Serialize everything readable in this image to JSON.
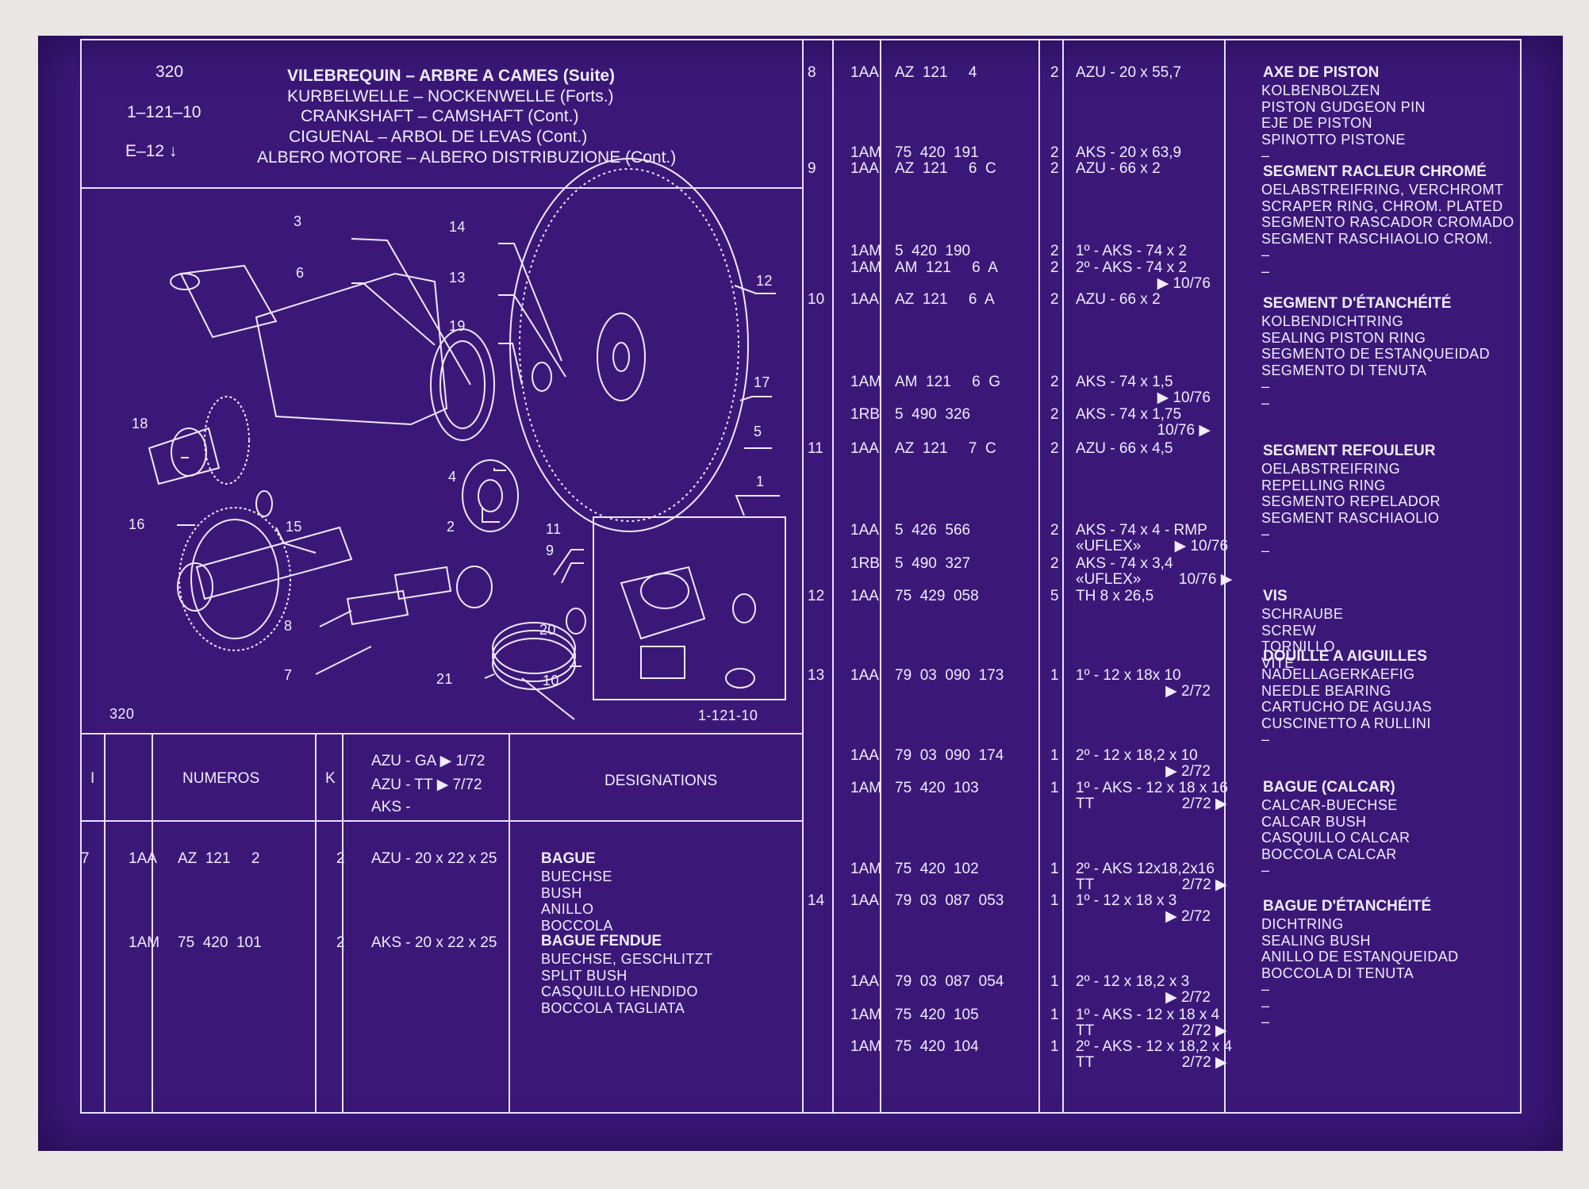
{
  "header": {
    "page_number": "320",
    "ref_code": "1–121–10",
    "grid_ref": "E–12 ↓",
    "titles": [
      "VILEBREQUIN – ARBRE A CAMES (Suite)",
      "KURBELWELLE – NOCKENWELLE (Forts.)",
      "CRANKSHAFT – CAMSHAFT (Cont.)",
      "CIGUENAL – ARBOL DE LEVAS (Cont.)",
      "ALBERO MOTORE – ALBERO DISTRIBUZIONE (Cont.)"
    ]
  },
  "diagram": {
    "footer_left": "320",
    "footer_right": "1-121-10",
    "callouts": [
      "1",
      "2",
      "3",
      "4",
      "5",
      "6",
      "7",
      "8",
      "9",
      "10",
      "11",
      "12",
      "13",
      "14",
      "15",
      "16",
      "17",
      "18",
      "19",
      "20",
      "21"
    ]
  },
  "columns": {
    "i": "I",
    "numeros": "NUMEROS",
    "k": "K",
    "models_line1": "AZU - GA ▶ 1/72",
    "models_line2": "AZU - TT ▶ 7/72",
    "models_line3": "AKS -",
    "designations": "DESIGNATIONS"
  },
  "left_rows": [
    {
      "index": "7",
      "prefix": "1AA",
      "number": "AZ  121     2",
      "qty": "2",
      "spec": "AZU - 20 x 22 x 25"
    },
    {
      "index": "",
      "prefix": "1AM",
      "number": "75  420  101",
      "qty": "2",
      "spec": "AKS - 20 x 22 x 25"
    }
  ],
  "left_designations": [
    {
      "title": "BAGUE",
      "lines": [
        "BUECHSE",
        "BUSH",
        "ANILLO",
        "BOCCOLA"
      ]
    },
    {
      "title": "BAGUE FENDUE",
      "lines": [
        "BUECHSE, GESCHLITZT",
        "SPLIT BUSH",
        "CASQUILLO HENDIDO",
        "BOCCOLA TAGLIATA"
      ]
    }
  ],
  "right_rows": [
    {
      "index": "8",
      "prefix": "1AA",
      "number": "AZ  121     4",
      "qty": "2",
      "spec": "AZU - 20 x 55,7",
      "spec2": ""
    },
    {
      "index": "",
      "prefix": "1AM",
      "number": "75  420  191",
      "qty": "2",
      "spec": "AKS - 20 x 63,9",
      "spec2": ""
    },
    {
      "index": "9",
      "prefix": "1AA",
      "number": "AZ  121     6  C",
      "qty": "2",
      "spec": "AZU - 66 x 2",
      "spec2": ""
    },
    {
      "index": "",
      "prefix": "1AM",
      "number": "5  420  190",
      "qty": "2",
      "spec": "1º - AKS - 74 x 2",
      "spec2": ""
    },
    {
      "index": "",
      "prefix": "1AM",
      "number": "AM  121     6  A",
      "qty": "2",
      "spec": "2º - AKS - 74 x 2",
      "spec2": "▶ 10/76"
    },
    {
      "index": "10",
      "prefix": "1AA",
      "number": "AZ  121     6  A",
      "qty": "2",
      "spec": "AZU - 66 x 2",
      "spec2": ""
    },
    {
      "index": "",
      "prefix": "1AM",
      "number": "AM  121     6  G",
      "qty": "2",
      "spec": "AKS - 74 x 1,5",
      "spec2": "▶ 10/76"
    },
    {
      "index": "",
      "prefix": "1RB",
      "number": "5  490  326",
      "qty": "2",
      "spec": "AKS - 74 x 1,75",
      "spec2": "10/76 ▶"
    },
    {
      "index": "11",
      "prefix": "1AA",
      "number": "AZ  121     7  C",
      "qty": "2",
      "spec": "AZU - 66 x 4,5",
      "spec2": ""
    },
    {
      "index": "",
      "prefix": "1AA",
      "number": "5  426  566",
      "qty": "2",
      "spec": "AKS - 74 x 4 - RMP",
      "spec2": "«UFLEX»        ▶ 10/76"
    },
    {
      "index": "",
      "prefix": "1RB",
      "number": "5  490  327",
      "qty": "2",
      "spec": "AKS - 74 x 3,4",
      "spec2": "«UFLEX»         10/76 ▶"
    },
    {
      "index": "12",
      "prefix": "1AA",
      "number": "75  429  058",
      "qty": "5",
      "spec": "TH 8 x 26,5",
      "spec2": ""
    },
    {
      "index": "13",
      "prefix": "1AA",
      "number": "79  03  090  173",
      "qty": "1",
      "spec": "1º - 12 x 18x 10",
      "spec2": "▶ 2/72"
    },
    {
      "index": "",
      "prefix": "1AA",
      "number": "79  03  090  174",
      "qty": "1",
      "spec": "2º - 12 x 18,2 x 10",
      "spec2": "▶ 2/72"
    },
    {
      "index": "",
      "prefix": "1AM",
      "number": "75  420  103",
      "qty": "1",
      "spec": "1º - AKS - 12 x 18 x 16",
      "spec2": "TT                     2/72 ▶"
    },
    {
      "index": "",
      "prefix": "1AM",
      "number": "75  420  102",
      "qty": "1",
      "spec": "2º - AKS 12x18,2x16",
      "spec2": "TT                     2/72 ▶"
    },
    {
      "index": "14",
      "prefix": "1AA",
      "number": "79  03  087  053",
      "qty": "1",
      "spec": "1º - 12 x 18 x 3",
      "spec2": "▶ 2/72"
    },
    {
      "index": "",
      "prefix": "1AA",
      "number": "79  03  087  054",
      "qty": "1",
      "spec": "2º - 12 x 18,2 x 3",
      "spec2": "▶ 2/72"
    },
    {
      "index": "",
      "prefix": "1AM",
      "number": "75  420  105",
      "qty": "1",
      "spec": "1º - AKS - 12 x 18 x 4",
      "spec2": "TT                     2/72 ▶"
    },
    {
      "index": "",
      "prefix": "1AM",
      "number": "75  420  104",
      "qty": "1",
      "spec": "2º - AKS - 12 x 18,2 x 4",
      "spec2": "TT                     2/72 ▶"
    }
  ],
  "right_designations": [
    {
      "title": "AXE DE PISTON",
      "lines": [
        "KOLBENBOLZEN",
        "PISTON GUDGEON PIN",
        "EJE DE PISTON",
        "SPINOTTO PISTONE",
        "–"
      ]
    },
    {
      "title": "SEGMENT RACLEUR CHROMÉ",
      "lines": [
        "OELABSTREIFRING, VERCHROMT",
        "SCRAPER RING, CHROM. PLATED",
        "SEGMENTO RASCADOR CROMADO",
        "SEGMENT RASCHIAOLIO CROM.",
        "–",
        "–"
      ]
    },
    {
      "title": "SEGMENT D'ÉTANCHÉITÉ",
      "lines": [
        "KOLBENDICHTRING",
        "SEALING PISTON RING",
        "SEGMENTO DE ESTANQUEIDAD",
        "SEGMENTO DI TENUTA",
        "–",
        "–"
      ]
    },
    {
      "title": "SEGMENT REFOULEUR",
      "lines": [
        "OELABSTREIFRING",
        "REPELLING RING",
        "SEGMENTO REPELADOR",
        "SEGMENT RASCHIAOLIO",
        "–",
        "–"
      ]
    },
    {
      "title": "VIS",
      "lines": [
        "SCHRAUBE",
        "SCREW",
        "TORNILLO",
        "VITE"
      ]
    },
    {
      "title": "DOUILLE A AIGUILLES",
      "lines": [
        "NADELLAGERKAEFIG",
        "NEEDLE BEARING",
        "CARTUCHO DE AGUJAS",
        "CUSCINETTO A RULLINI",
        "–"
      ]
    },
    {
      "title": "BAGUE (CALCAR)",
      "lines": [
        "CALCAR-BUECHSE",
        "CALCAR BUSH",
        "CASQUILLO CALCAR",
        "BOCCOLA CALCAR",
        "–"
      ]
    },
    {
      "title": "BAGUE D'ÉTANCHÉITÉ",
      "lines": [
        "DICHTRING",
        "SEALING BUSH",
        "ANILLO DE ESTANQUEIDAD",
        "BOCCOLA DI TENUTA",
        "–",
        "–",
        "–"
      ]
    }
  ]
}
